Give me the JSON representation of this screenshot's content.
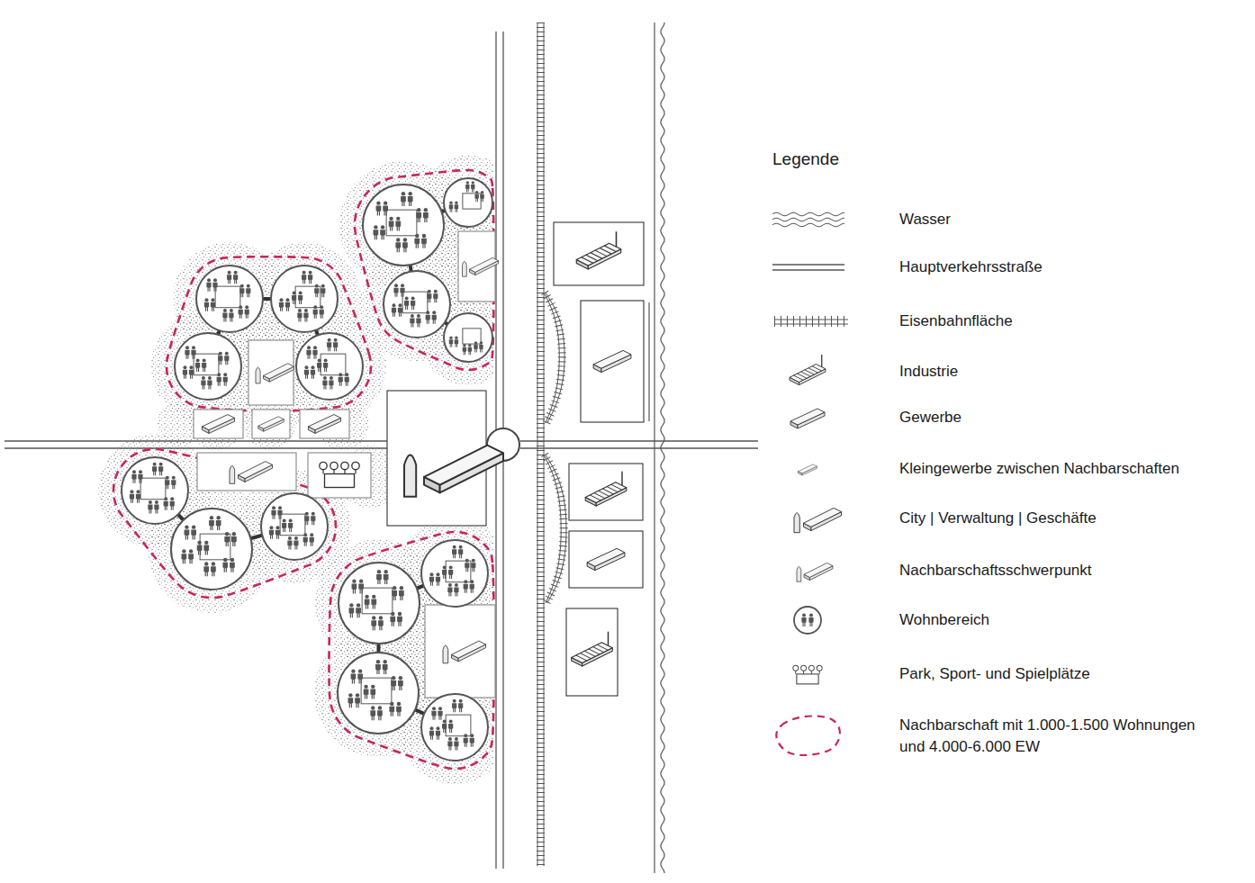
{
  "diagram": {
    "labels": [
      "Legende"
    ],
    "legend": [
      {
        "text": "Wasser"
      },
      {
        "text": "Hauptverkehrsstraße"
      },
      {
        "text": "Eisenbahnfläche"
      },
      {
        "text": "Industrie"
      },
      {
        "text": "Gewerbe"
      },
      {
        "text": "Kleingewerbe zwischen Nachbarschaften"
      },
      {
        "text": "City | Verwaltung | Geschäfte"
      },
      {
        "text": "Nachbarschaftsschwerpunkt"
      },
      {
        "text": "Wohnbereich"
      },
      {
        "text": "Park, Sport- und Spielplätze"
      },
      {
        "text": "Nachbarschaft mit 1.000-1.500 Wohnungen und 4.000-6.000 EW"
      }
    ]
  }
}
